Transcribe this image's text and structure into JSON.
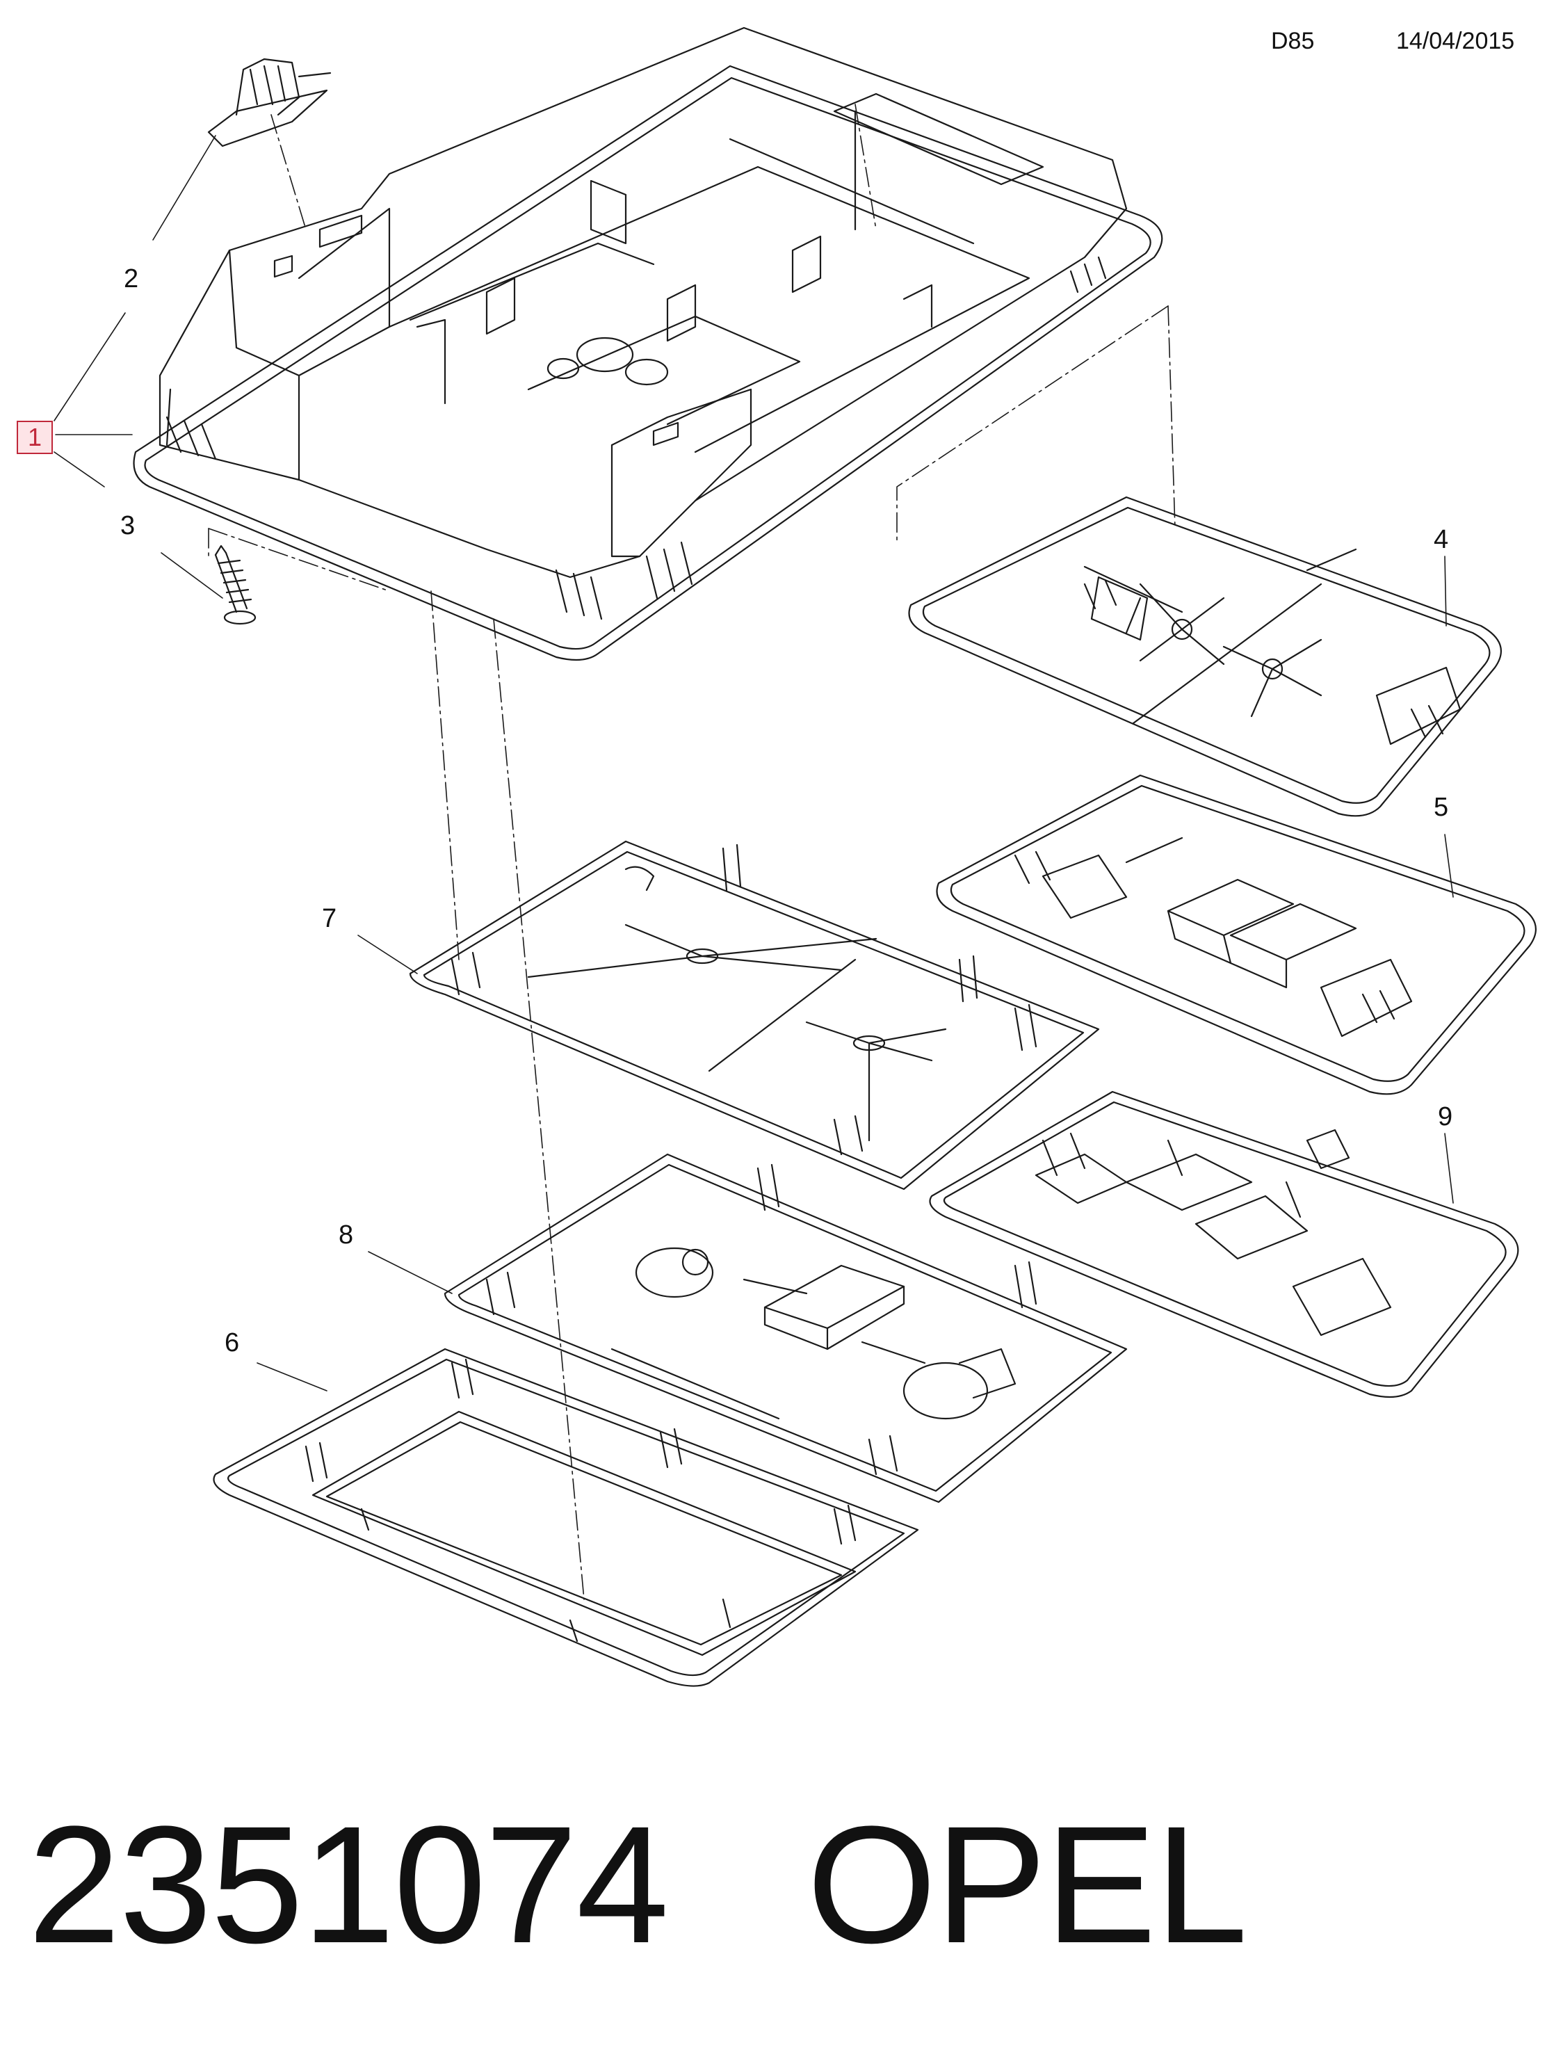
{
  "header": {
    "code": "D85",
    "date": "14/04/2015"
  },
  "callouts": {
    "c1": "1",
    "c2": "2",
    "c3": "3",
    "c4": "4",
    "c5": "5",
    "c6": "6",
    "c7": "7",
    "c8": "8",
    "c9": "9"
  },
  "footer": {
    "part_number": "2351074",
    "brand": "OPEL"
  },
  "colors": {
    "line": "#1a1a1a",
    "highlight_fill": "#fde4e7",
    "highlight_stroke": "#c0283a"
  }
}
